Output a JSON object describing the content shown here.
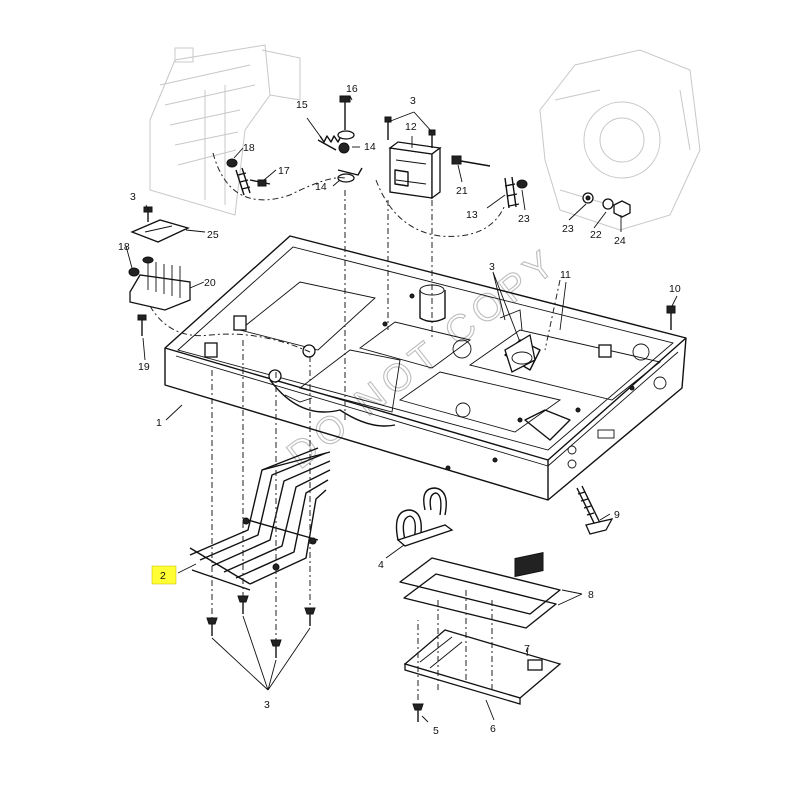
{
  "diagram": {
    "watermark": "DO NOT COPY",
    "callouts": [
      {
        "id": "c-1",
        "text": "1",
        "highlight": false
      },
      {
        "id": "c-2",
        "text": "2",
        "highlight": true
      },
      {
        "id": "c-3a",
        "text": "3",
        "highlight": false
      },
      {
        "id": "c-3b",
        "text": "3",
        "highlight": false
      },
      {
        "id": "c-3c",
        "text": "3",
        "highlight": false
      },
      {
        "id": "c-3d",
        "text": "3",
        "highlight": false
      },
      {
        "id": "c-4",
        "text": "4",
        "highlight": false
      },
      {
        "id": "c-5",
        "text": "5",
        "highlight": false
      },
      {
        "id": "c-6",
        "text": "6",
        "highlight": false
      },
      {
        "id": "c-7",
        "text": "7",
        "highlight": false
      },
      {
        "id": "c-8",
        "text": "8",
        "highlight": false
      },
      {
        "id": "c-9",
        "text": "9",
        "highlight": false
      },
      {
        "id": "c-10",
        "text": "10",
        "highlight": false
      },
      {
        "id": "c-11",
        "text": "11",
        "highlight": false
      },
      {
        "id": "c-12",
        "text": "12",
        "highlight": false
      },
      {
        "id": "c-13",
        "text": "13",
        "highlight": false
      },
      {
        "id": "c-14a",
        "text": "14",
        "highlight": false
      },
      {
        "id": "c-14b",
        "text": "14",
        "highlight": false
      },
      {
        "id": "c-15",
        "text": "15",
        "highlight": false
      },
      {
        "id": "c-16",
        "text": "16",
        "highlight": false
      },
      {
        "id": "c-17",
        "text": "17",
        "highlight": false
      },
      {
        "id": "c-18a",
        "text": "18",
        "highlight": false
      },
      {
        "id": "c-18b",
        "text": "18",
        "highlight": false
      },
      {
        "id": "c-19",
        "text": "19",
        "highlight": false
      },
      {
        "id": "c-20",
        "text": "20",
        "highlight": false
      },
      {
        "id": "c-21",
        "text": "21",
        "highlight": false
      },
      {
        "id": "c-22",
        "text": "22",
        "highlight": false
      },
      {
        "id": "c-23a",
        "text": "23",
        "highlight": false
      },
      {
        "id": "c-23b",
        "text": "23",
        "highlight": false
      },
      {
        "id": "c-24",
        "text": "24",
        "highlight": false
      },
      {
        "id": "c-25",
        "text": "25",
        "highlight": false
      }
    ]
  }
}
